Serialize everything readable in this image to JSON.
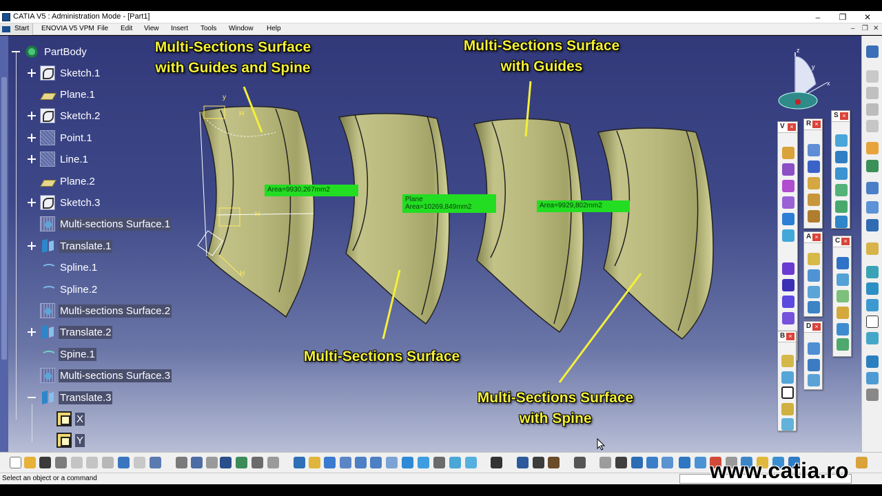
{
  "window": {
    "title": "CATIA V5 : Administration Mode - [Part1]",
    "minimize": "–",
    "maximize": "❐",
    "close": "✕",
    "mdi_minimize": "–",
    "mdi_restore": "❐",
    "mdi_close": "✕"
  },
  "menu": {
    "start": "Start",
    "items": [
      "ENOVIA V5 VPM",
      "File",
      "Edit",
      "View",
      "Insert",
      "Tools",
      "Window",
      "Help"
    ]
  },
  "tree": {
    "root": "PartBody",
    "items": [
      {
        "label": "Sketch.1"
      },
      {
        "label": "Plane.1"
      },
      {
        "label": "Sketch.2"
      },
      {
        "label": "Point.1"
      },
      {
        "label": "Line.1"
      },
      {
        "label": "Plane.2"
      },
      {
        "label": "Sketch.3"
      },
      {
        "label": "Multi-sections Surface.1"
      },
      {
        "label": "Translate.1"
      },
      {
        "label": "Spline.1"
      },
      {
        "label": "Spline.2"
      },
      {
        "label": "Multi-sections Surface.2"
      },
      {
        "label": "Translate.2"
      },
      {
        "label": "Spine.1"
      },
      {
        "label": "Multi-sections Surface.3"
      },
      {
        "label": "Translate.3"
      },
      {
        "label": "X"
      },
      {
        "label": "Y"
      }
    ]
  },
  "annotations": {
    "a1_line1": "Multi-Sections Surface",
    "a1_line2": "with Guides and Spine",
    "a2_line1": "Multi-Sections Surface",
    "a2_line2": "with Guides",
    "a3": "Multi-Sections Surface",
    "a4_line1": "Multi-Sections Surface",
    "a4_line2": "with Spine"
  },
  "measurements": {
    "m1": "Area=9930,267mm2",
    "m2_line1": "Plane",
    "m2_line2": "Area=10269,849mm2",
    "m3": "Area=9929,802mm2"
  },
  "floating_toolbars": [
    "V",
    "R",
    "S",
    "A",
    "C",
    "B",
    "D"
  ],
  "compass": {
    "z": "z",
    "y": "y",
    "x": "x"
  },
  "status": {
    "message": "Select an object or a command"
  },
  "watermark": "www.catia.ro",
  "colors": {
    "surface_fill": "#b9b97a",
    "annotation_yellow": "#f4f03a",
    "measure_green": "#22dd22",
    "viewport_top": "#32397a",
    "viewport_bottom": "#b8bed6"
  }
}
